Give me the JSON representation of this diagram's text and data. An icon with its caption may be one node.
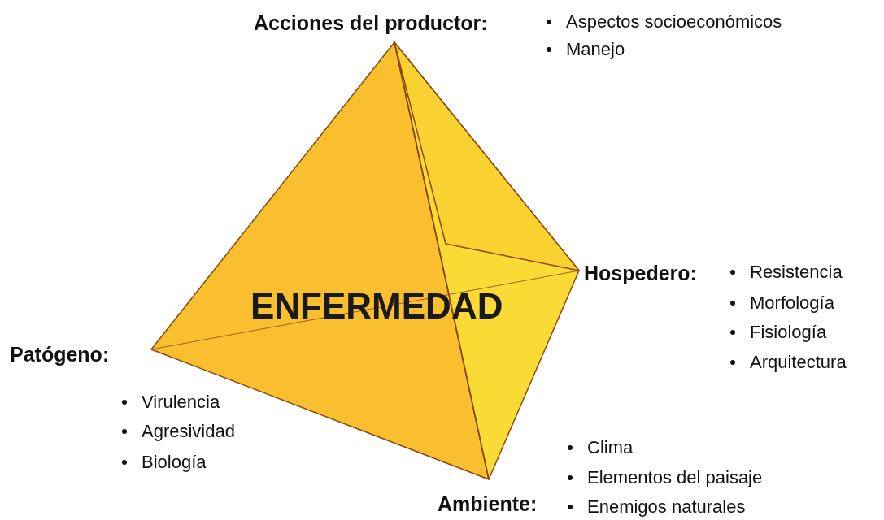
{
  "diagram": {
    "nodes": [
      {
        "text": [
          "ENFERMEDAD"
        ]
      }
    ],
    "labels": [
      "Acciones del productor:",
      "Aspectos socioeconómicos",
      "Manejo",
      "Hospedero:",
      "Resistencia",
      "Morfología",
      "Fisiología",
      "Arquitectura",
      "Patógeno:",
      "Virulencia",
      "Agresividad",
      "Biología",
      "Clima",
      "Elementos del paisaje",
      "Ambiente:",
      "Enemigos naturales"
    ]
  }
}
